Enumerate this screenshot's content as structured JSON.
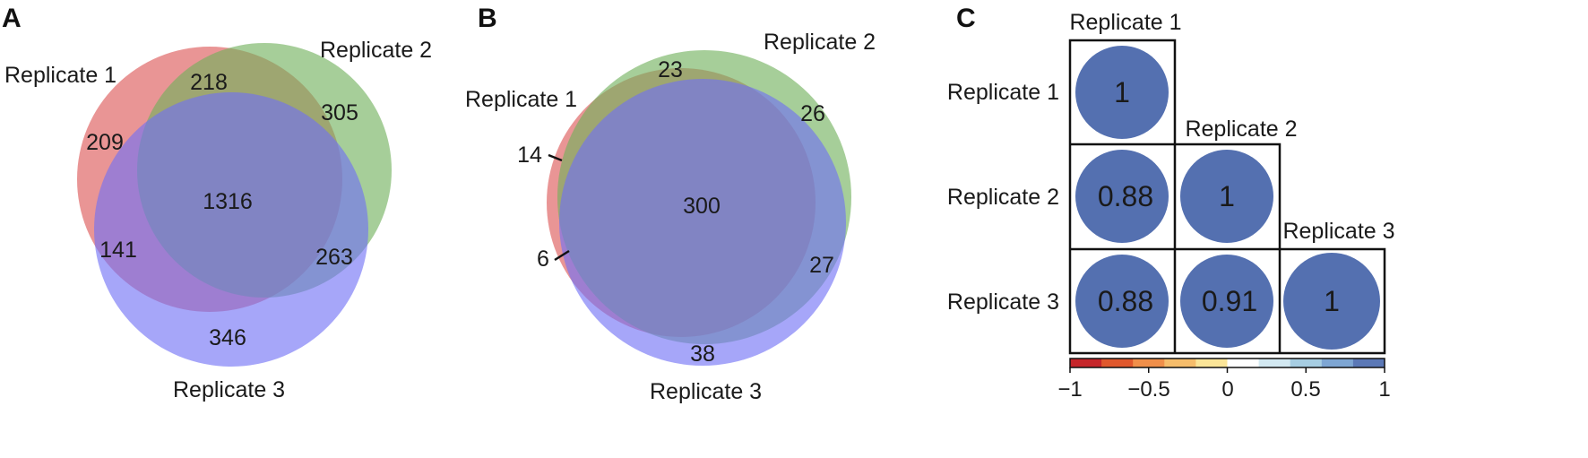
{
  "panels": {
    "A": {
      "letter": "A",
      "sets": [
        "Replicate 1",
        "Replicate 2",
        "Replicate 3"
      ],
      "counts": {
        "only_1": "209",
        "only_2": "305",
        "only_3": "346",
        "r1_r2": "218",
        "r1_r3": "141",
        "r2_r3": "263",
        "all": "1316"
      }
    },
    "B": {
      "letter": "B",
      "sets": [
        "Replicate 1",
        "Replicate 2",
        "Replicate 3"
      ],
      "counts": {
        "only_1": "14",
        "only_2": "26",
        "only_3": "38",
        "r1_r2": "23",
        "r1_r3": "6",
        "r2_r3": "27",
        "all": "300"
      }
    },
    "C": {
      "letter": "C",
      "labels": [
        "Replicate 1",
        "Replicate 2",
        "Replicate 3"
      ],
      "cells": [
        {
          "row": 0,
          "col": 0,
          "label": "1",
          "value": 1.0
        },
        {
          "row": 1,
          "col": 0,
          "label": "0.88",
          "value": 0.88
        },
        {
          "row": 1,
          "col": 1,
          "label": "1",
          "value": 1.0
        },
        {
          "row": 2,
          "col": 0,
          "label": "0.88",
          "value": 0.88
        },
        {
          "row": 2,
          "col": 1,
          "label": "0.91",
          "value": 0.91
        },
        {
          "row": 2,
          "col": 2,
          "label": "1",
          "value": 1.0
        }
      ],
      "colorbar": {
        "ticks": [
          "−1",
          "−0.5",
          "0",
          "0.5",
          "1"
        ],
        "colors": [
          "#c6262a",
          "#e0582d",
          "#f08f4a",
          "#f6bd6b",
          "#fbe598",
          "#ffffff",
          "#d2e8f1",
          "#a6cde2",
          "#7ea6d3",
          "#5b78b6"
        ]
      }
    }
  },
  "colors": {
    "set1": "#e06c6c",
    "set2": "#6fb05b",
    "set3": "#6f6ff6",
    "circle_fill": "#5470b0",
    "grid": "#111111"
  }
}
